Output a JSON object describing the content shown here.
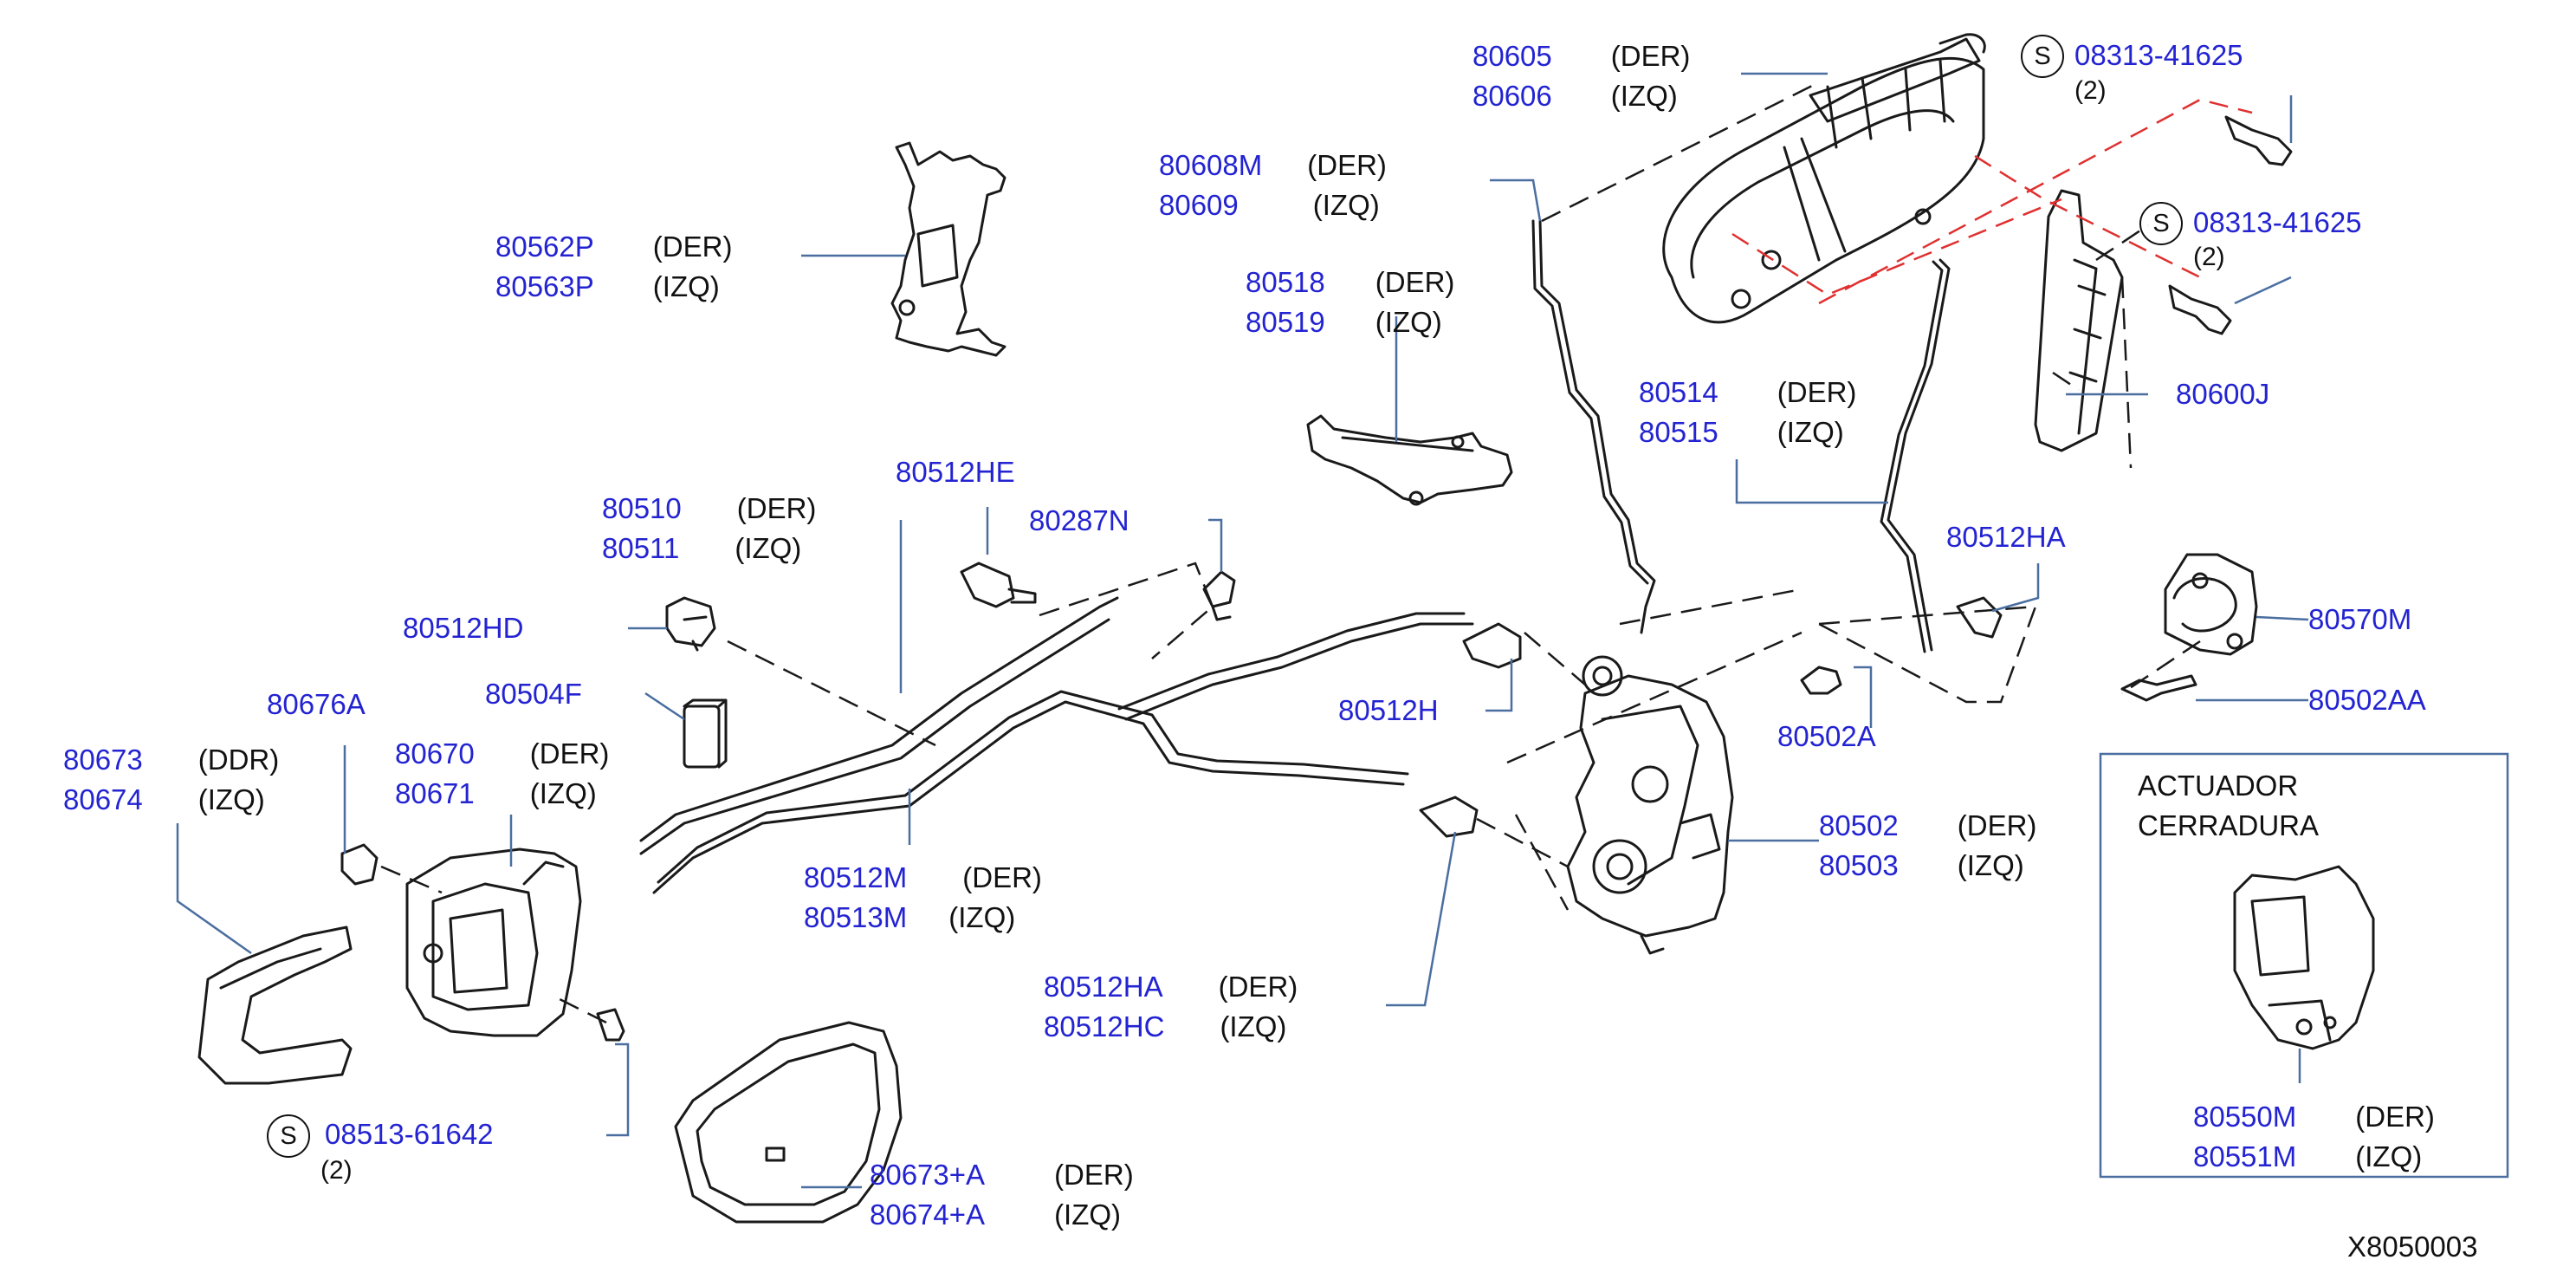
{
  "callouts": [
    {
      "id": "c80605",
      "parts": [
        "80605",
        "80606"
      ],
      "sides": [
        "(DER)",
        "(IZQ)"
      ]
    },
    {
      "id": "c80608",
      "parts": [
        "80608M",
        "80609"
      ],
      "sides": [
        "(DER)",
        "(IZQ)"
      ]
    },
    {
      "id": "c80562",
      "parts": [
        "80562P",
        "80563P"
      ],
      "sides": [
        "(DER)",
        "(IZQ)"
      ]
    },
    {
      "id": "c80518",
      "parts": [
        "80518",
        "80519"
      ],
      "sides": [
        "(DER)",
        "(IZQ)"
      ]
    },
    {
      "id": "c80514",
      "parts": [
        "80514",
        "80515"
      ],
      "sides": [
        "(DER)",
        "(IZQ)"
      ]
    },
    {
      "id": "c80510",
      "parts": [
        "80510",
        "80511"
      ],
      "sides": [
        "(DER)",
        "(IZQ)"
      ]
    },
    {
      "id": "c80512HE",
      "parts": [
        "80512HE"
      ],
      "sides": []
    },
    {
      "id": "c80287N",
      "parts": [
        "80287N"
      ],
      "sides": []
    },
    {
      "id": "c80512HD",
      "parts": [
        "80512HD"
      ],
      "sides": []
    },
    {
      "id": "c80504F",
      "parts": [
        "80504F"
      ],
      "sides": []
    },
    {
      "id": "c80512H",
      "parts": [
        "80512H"
      ],
      "sides": []
    },
    {
      "id": "c80512HA",
      "parts": [
        "80512HA"
      ],
      "sides": []
    },
    {
      "id": "c80570M",
      "parts": [
        "80570M"
      ],
      "sides": []
    },
    {
      "id": "c80502AA",
      "parts": [
        "80502AA"
      ],
      "sides": []
    },
    {
      "id": "c80502A",
      "parts": [
        "80502A"
      ],
      "sides": []
    },
    {
      "id": "c80600J",
      "parts": [
        "80600J"
      ],
      "sides": []
    },
    {
      "id": "c80676A",
      "parts": [
        "80676A"
      ],
      "sides": []
    },
    {
      "id": "c80673",
      "parts": [
        "80673",
        "80674"
      ],
      "sides": [
        "(DDR)",
        "(IZQ)"
      ]
    },
    {
      "id": "c80670",
      "parts": [
        "80670",
        "80671"
      ],
      "sides": [
        "(DER)",
        "(IZQ)"
      ]
    },
    {
      "id": "c80512M",
      "parts": [
        "80512M",
        "80513M"
      ],
      "sides": [
        "(DER)",
        "(IZQ)"
      ]
    },
    {
      "id": "c80502",
      "parts": [
        "80502",
        "80503"
      ],
      "sides": [
        "(DER)",
        "(IZQ)"
      ]
    },
    {
      "id": "c80512HA2",
      "parts": [
        "80512HA",
        "80512HC"
      ],
      "sides": [
        "(DER)",
        "(IZQ)"
      ]
    },
    {
      "id": "c80673A",
      "parts": [
        "80673+A",
        "80674+A"
      ],
      "sides": [
        "(DER)",
        "(IZQ)"
      ]
    },
    {
      "id": "c80550M",
      "parts": [
        "80550M",
        "80551M"
      ],
      "sides": [
        "(DER)",
        "(IZQ)"
      ]
    }
  ],
  "screws": [
    {
      "id": "s1",
      "mark": "S",
      "part": "08313-41625",
      "qty": "(2)"
    },
    {
      "id": "s2",
      "mark": "S",
      "part": "08313-41625",
      "qty": "(2)"
    },
    {
      "id": "s3",
      "mark": "S",
      "part": "08513-61642",
      "qty": "(2)"
    }
  ],
  "actuator_box": {
    "line1": "ACTUADOR",
    "line2": "CERRADURA"
  },
  "diagram_code": "X8050003",
  "colors": {
    "part_number": "#2323d2",
    "text": "#111111",
    "leader": "#4a6ea0",
    "red_dash": "#e03030",
    "drawing": "#1a1a1a"
  }
}
